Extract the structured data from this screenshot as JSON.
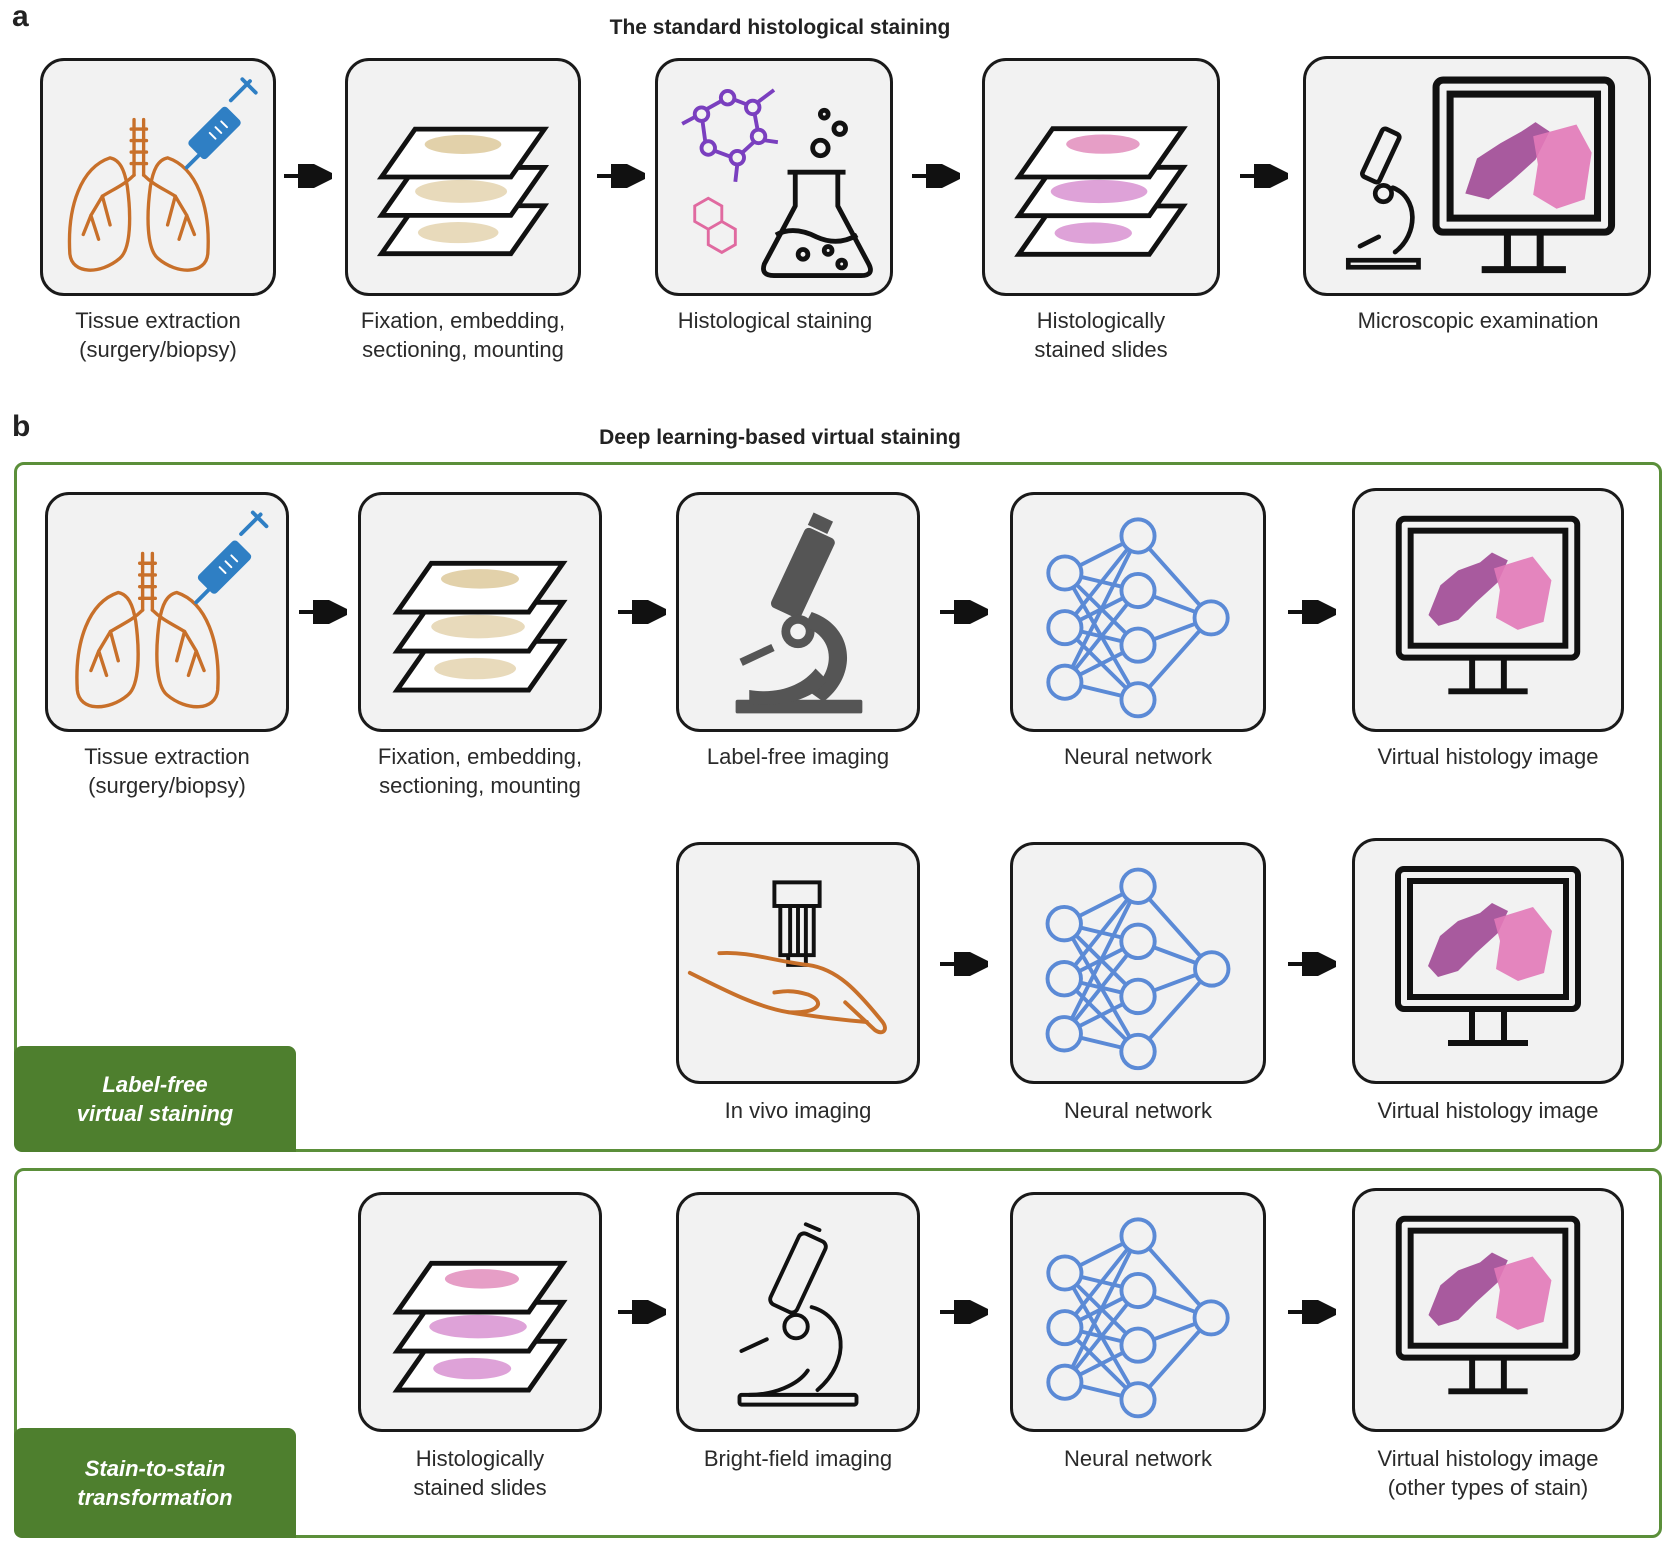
{
  "panel_a": {
    "letter": "a",
    "title": "The standard histological staining",
    "steps": [
      {
        "line1": "Tissue extraction",
        "line2": "(surgery/biopsy)",
        "icon": "lungs-syringe-icon"
      },
      {
        "line1": "Fixation, embedding,",
        "line2": "sectioning, mounting",
        "icon": "unstained-slides-icon"
      },
      {
        "line1": "Histological staining",
        "line2": "",
        "icon": "chemistry-flask-icon"
      },
      {
        "line1": "Histologically",
        "line2": "stained slides",
        "icon": "stained-slides-icon"
      },
      {
        "line1": "Microscopic examination",
        "line2": "",
        "icon": "microscope-monitor-icon"
      }
    ]
  },
  "panel_b": {
    "letter": "b",
    "title": "Deep learning-based virtual staining",
    "label_free": {
      "tag_line1": "Label-free",
      "tag_line2": "virtual staining",
      "row1": [
        {
          "line1": "Tissue extraction",
          "line2": "(surgery/biopsy)",
          "icon": "lungs-syringe-icon"
        },
        {
          "line1": "Fixation, embedding,",
          "line2": "sectioning, mounting",
          "icon": "unstained-slides-icon"
        },
        {
          "line1": "Label-free imaging",
          "line2": "",
          "icon": "microscope-icon"
        },
        {
          "line1": "Neural network",
          "line2": "",
          "icon": "neural-network-icon"
        },
        {
          "line1": "Virtual histology image",
          "line2": "",
          "icon": "monitor-icon"
        }
      ],
      "row2": [
        {
          "line1": "In vivo imaging",
          "line2": "",
          "icon": "hand-probe-icon"
        },
        {
          "line1": "Neural network",
          "line2": "",
          "icon": "neural-network-icon"
        },
        {
          "line1": "Virtual histology image",
          "line2": "",
          "icon": "monitor-icon"
        }
      ]
    },
    "stain_to_stain": {
      "tag_line1": "Stain-to-stain",
      "tag_line2": "transformation",
      "row": [
        {
          "line1": "Histologically",
          "line2": "stained slides",
          "icon": "stained-slides-icon"
        },
        {
          "line1": "Bright-field imaging",
          "line2": "",
          "icon": "microscope-icon"
        },
        {
          "line1": "Neural network",
          "line2": "",
          "icon": "neural-network-icon"
        },
        {
          "line1": "Virtual histology image",
          "line2": "(other types of stain)",
          "icon": "monitor-icon"
        }
      ]
    }
  },
  "colors": {
    "lung": "#c8702a",
    "syringe": "#2f7fc4",
    "network": "#5b8ad6",
    "frame_green": "#5b8f3a",
    "tag_green": "#4e7f2e",
    "he_pink": "#d86aa8"
  }
}
